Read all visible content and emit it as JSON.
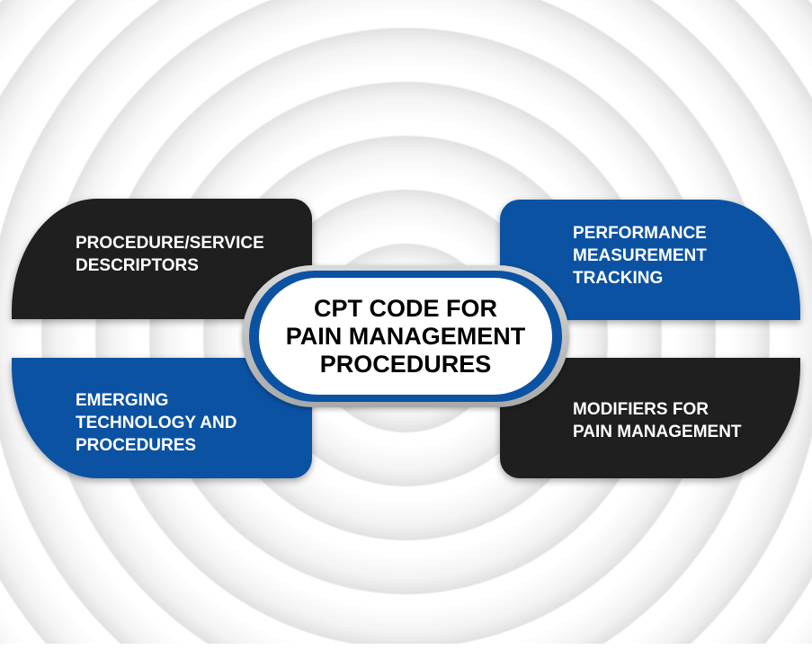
{
  "center": {
    "lines": [
      "CPT CODE FOR",
      "PAIN MANAGEMENT",
      "PROCEDURES"
    ]
  },
  "items": [
    {
      "lines": [
        "PROCEDURE/SERVICE",
        "DESCRIPTORS"
      ]
    },
    {
      "lines": [
        "EMERGING",
        "TECHNOLOGY AND",
        "PROCEDURES"
      ]
    },
    {
      "lines": [
        "PERFORMANCE",
        "MEASUREMENT",
        "TRACKING"
      ]
    },
    {
      "lines": [
        "MODIFIERS FOR",
        "PAIN MANAGEMENT"
      ]
    }
  ],
  "colors": {
    "blue": "#0b52a3",
    "black": "#1f1f1f"
  }
}
